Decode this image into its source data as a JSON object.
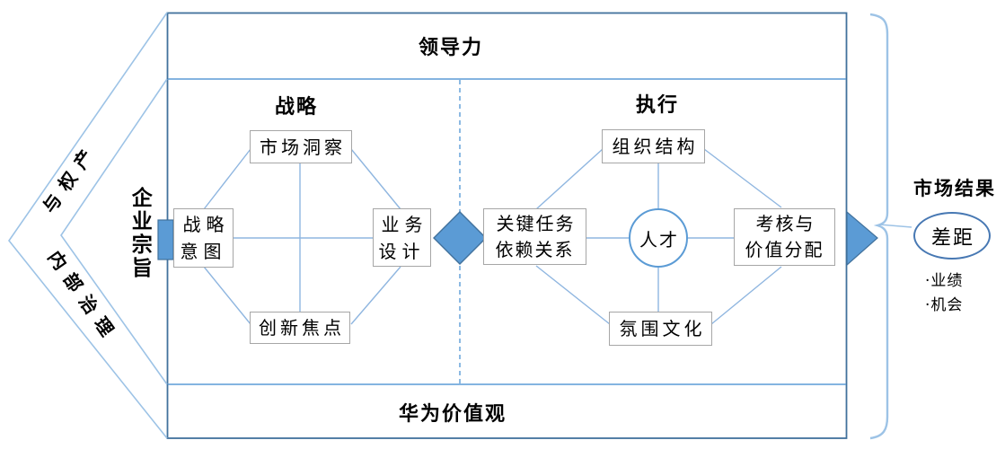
{
  "diagram": {
    "leadership": "领导力",
    "values": "华为价值观",
    "purpose_vertical": "企业宗旨",
    "band_upper": "与权产",
    "band_lower": "内部治理",
    "strategy": {
      "heading": "战略",
      "market_insight": "市场洞察",
      "strategic_intent": "战略\n意图",
      "business_design": "业务\n设计",
      "innovation_focus": "创新焦点"
    },
    "execution": {
      "heading": "执行",
      "org_structure": "组织结构",
      "key_tasks": "关键任务\n依赖关系",
      "talent": "人才",
      "assessment": "考核与\n价值分配",
      "culture": "氛围文化"
    },
    "result": {
      "heading": "市场结果",
      "gap": "差距",
      "bullet_performance": "·业绩",
      "bullet_opportunity": "·机会"
    }
  },
  "colors": {
    "accent_fill": "#5B9BD5",
    "accent_dark": "#41719C",
    "line_light": "#9DC3E6",
    "line_mid": "#5B9BD5",
    "connector": "#8FB6E0",
    "dashed_divider": "#6FA8DC",
    "box_border": "#A6A6A6",
    "text": "#000000"
  }
}
